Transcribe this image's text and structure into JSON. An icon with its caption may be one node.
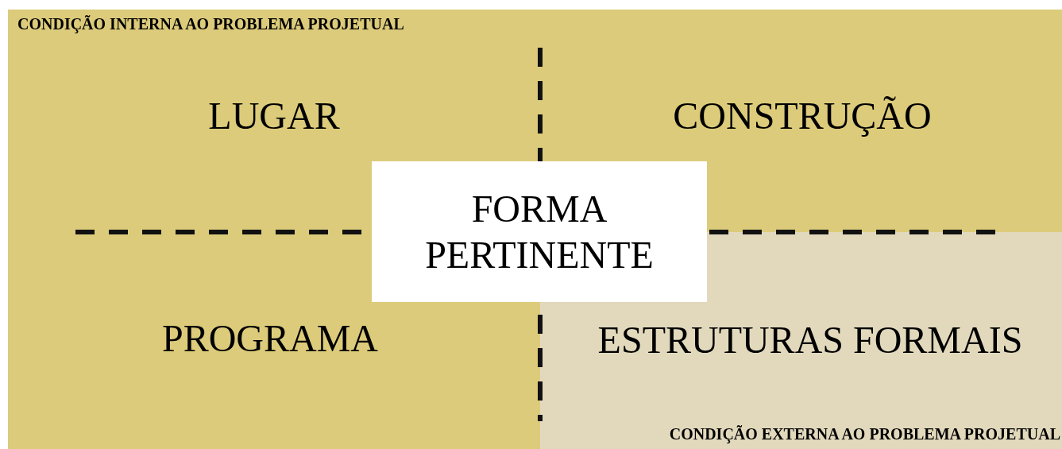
{
  "diagram": {
    "nodes": [
      {
        "text": [
          "CONDIÇÃO INTERNA AO PROBLEMA PROJETUAL"
        ]
      },
      {
        "text": [
          "ESTRUTURAS FORMAIS",
          "CONDIÇÃO EXTERNA AO PROBLEMA PROJETUAL"
        ],
        "in": 0
      },
      {
        "text": [
          "FORMA PERTINENTE"
        ],
        "in": 0
      }
    ],
    "labels": [
      "LUGAR",
      "CONSTRUÇÃO",
      "PROGRAMA"
    ]
  }
}
